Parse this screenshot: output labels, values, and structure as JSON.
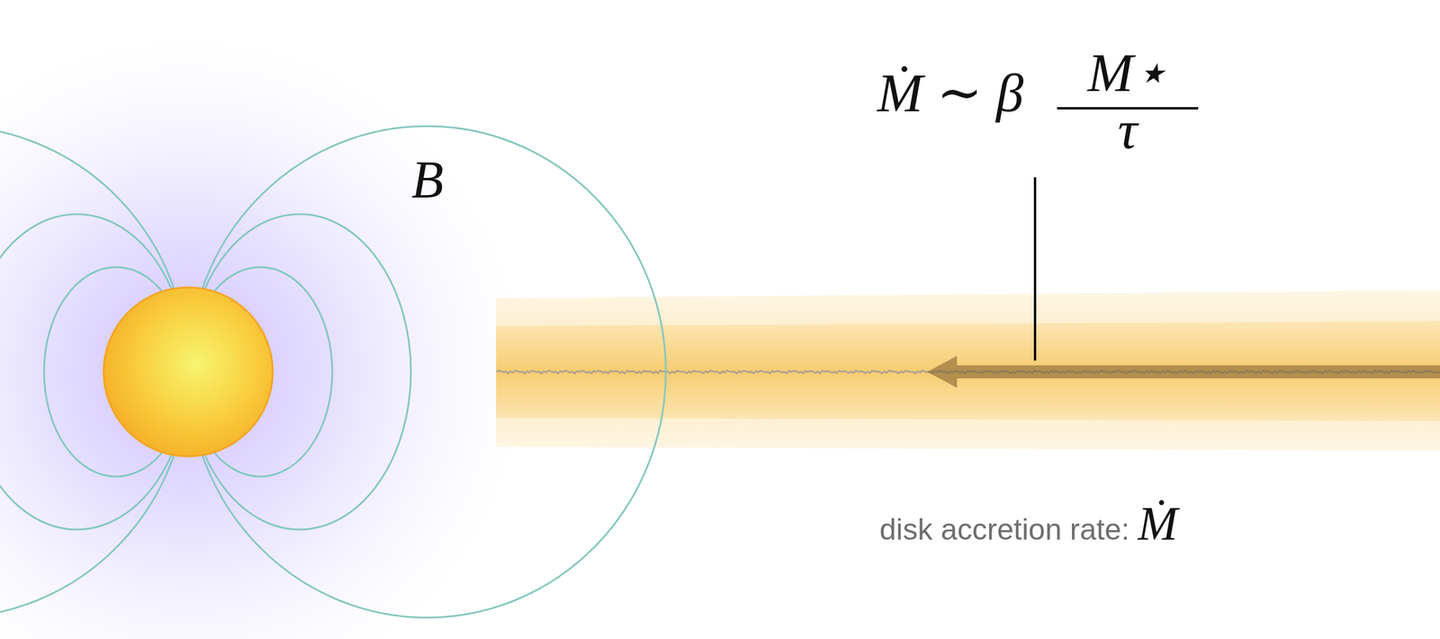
{
  "diagram": {
    "labels": [
      "Ṁ ∼ β",
      "M⋆",
      "τ",
      "B",
      "disk accretion rate:",
      "Ṁ"
    ]
  }
}
